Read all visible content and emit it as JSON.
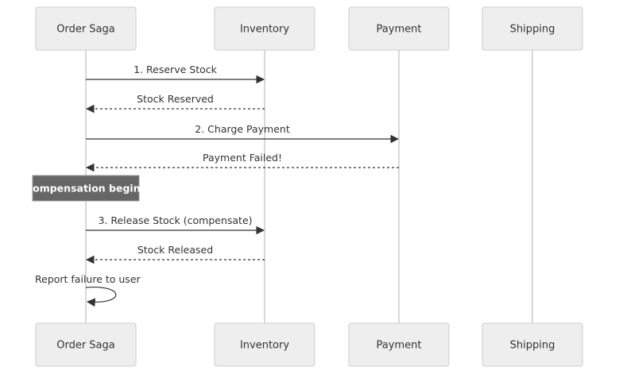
{
  "actors": [
    {
      "id": "order",
      "label": "Order Saga"
    },
    {
      "id": "inventory",
      "label": "Inventory"
    },
    {
      "id": "payment",
      "label": "Payment"
    },
    {
      "id": "shipping",
      "label": "Shipping"
    }
  ],
  "messages": [
    {
      "from": "order",
      "to": "inventory",
      "label": "1. Reserve Stock",
      "style": "solid"
    },
    {
      "from": "inventory",
      "to": "order",
      "label": "Stock Reserved",
      "style": "dashed"
    },
    {
      "from": "order",
      "to": "payment",
      "label": "2. Charge Payment",
      "style": "solid"
    },
    {
      "from": "payment",
      "to": "order",
      "label": "Payment Failed!",
      "style": "dashed"
    },
    {
      "note": "Compensation begins",
      "over": "order"
    },
    {
      "from": "order",
      "to": "inventory",
      "label": "3. Release Stock (compensate)",
      "style": "solid"
    },
    {
      "from": "inventory",
      "to": "order",
      "label": "Stock Released",
      "style": "dashed"
    },
    {
      "from": "order",
      "to": "order",
      "label": "Report failure to user",
      "style": "solid"
    }
  ],
  "colors": {
    "actor_fill": "#eeeeee",
    "actor_stroke": "#cccccc",
    "line": "#333333",
    "note_fill": "#666666",
    "note_text": "#ffffff"
  }
}
